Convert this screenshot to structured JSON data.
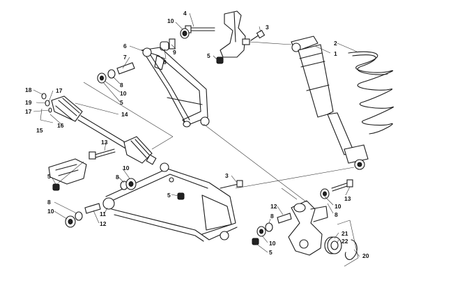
{
  "colors": {
    "ink": "#1a1a1a",
    "background": "#ffffff"
  },
  "callouts": [
    {
      "id": "c4a",
      "text": "4"
    },
    {
      "id": "c10a",
      "text": "10"
    },
    {
      "id": "c9",
      "text": "9"
    },
    {
      "id": "c8a",
      "text": "8"
    },
    {
      "id": "c6",
      "text": "6"
    },
    {
      "id": "c7",
      "text": "7"
    },
    {
      "id": "c8b",
      "text": "8"
    },
    {
      "id": "c10b",
      "text": "10"
    },
    {
      "id": "c5a",
      "text": "5"
    },
    {
      "id": "c3a",
      "text": "3"
    },
    {
      "id": "c5b",
      "text": "5"
    },
    {
      "id": "c2",
      "text": "2"
    },
    {
      "id": "c1",
      "text": "1"
    },
    {
      "id": "c18",
      "text": "18"
    },
    {
      "id": "c17a",
      "text": "17"
    },
    {
      "id": "c19",
      "text": "19"
    },
    {
      "id": "c17b",
      "text": "17"
    },
    {
      "id": "c14",
      "text": "14"
    },
    {
      "id": "c16",
      "text": "16"
    },
    {
      "id": "c15",
      "text": "15"
    },
    {
      "id": "c13a",
      "text": "13"
    },
    {
      "id": "c10c",
      "text": "10"
    },
    {
      "id": "c8c",
      "text": "8"
    },
    {
      "id": "c5c",
      "text": "5"
    },
    {
      "id": "c3b",
      "text": "3"
    },
    {
      "id": "c5d",
      "text": "5"
    },
    {
      "id": "c13b",
      "text": "13"
    },
    {
      "id": "c10d",
      "text": "10"
    },
    {
      "id": "c8d",
      "text": "8"
    },
    {
      "id": "c8e",
      "text": "8"
    },
    {
      "id": "c10e",
      "text": "10"
    },
    {
      "id": "c11",
      "text": "11"
    },
    {
      "id": "c12a",
      "text": "12"
    },
    {
      "id": "c12b",
      "text": "12"
    },
    {
      "id": "c8f",
      "text": "8"
    },
    {
      "id": "c10f",
      "text": "10"
    },
    {
      "id": "c5e",
      "text": "5"
    },
    {
      "id": "c21",
      "text": "21"
    },
    {
      "id": "c22",
      "text": "22"
    },
    {
      "id": "c20",
      "text": "20"
    }
  ]
}
